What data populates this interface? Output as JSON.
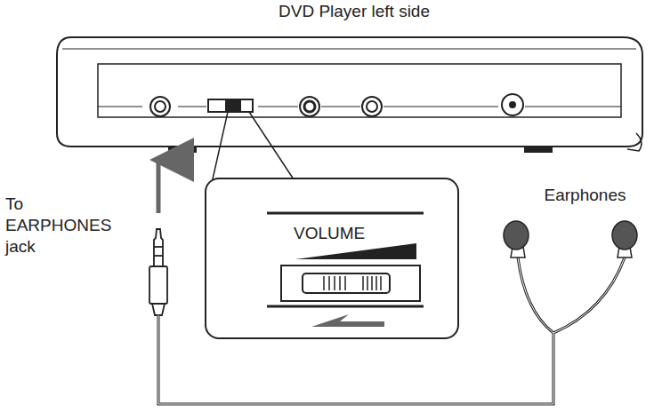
{
  "diagram": {
    "nodes": [
      {
        "text": [
          "DVD Player left side"
        ]
      },
      {
        "text": [
          "VOLUME"
        ]
      }
    ],
    "labels": [
      "To EARPHONES jack",
      "Earphones"
    ]
  }
}
